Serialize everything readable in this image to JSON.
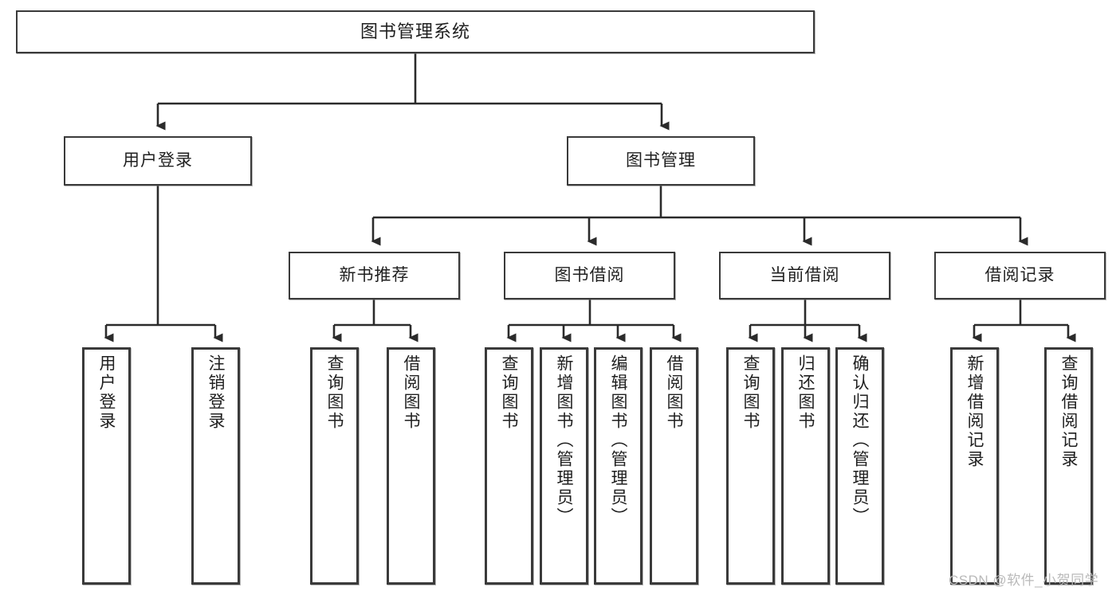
{
  "diagram": {
    "type": "tree-hierarchy",
    "title": "图书管理系统",
    "root": {
      "label": "图书管理系统"
    },
    "level2": [
      {
        "label": "用户登录"
      },
      {
        "label": "图书管理"
      }
    ],
    "level3": [
      {
        "label": "新书推荐"
      },
      {
        "label": "图书借阅"
      },
      {
        "label": "当前借阅"
      },
      {
        "label": "借阅记录"
      }
    ],
    "leaves": {
      "user_login": [
        {
          "label": "用户登录"
        },
        {
          "label": "注销登录"
        }
      ],
      "new_book_recommend": [
        {
          "label": "查询图书"
        },
        {
          "label": "借阅图书"
        }
      ],
      "book_borrow": [
        {
          "label": "查询图书"
        },
        {
          "label": "新增图书（管理员）"
        },
        {
          "label": "编辑图书（管理员）"
        },
        {
          "label": "借阅图书"
        }
      ],
      "current_borrow": [
        {
          "label": "查询图书"
        },
        {
          "label": "归还图书"
        },
        {
          "label": "确认归还（管理员）"
        }
      ],
      "borrow_record": [
        {
          "label": "新增借阅记录"
        },
        {
          "label": "查询借阅记录"
        }
      ]
    }
  },
  "watermark": {
    "text": "CSDN @软件_小贺同学"
  },
  "colors": {
    "box_border": "#3a3a3a",
    "box_fill": "#ffffff",
    "connector": "#2b2b2b",
    "text": "#1f1f1f",
    "watermark": "#b9b9b9",
    "background": "#ffffff"
  }
}
